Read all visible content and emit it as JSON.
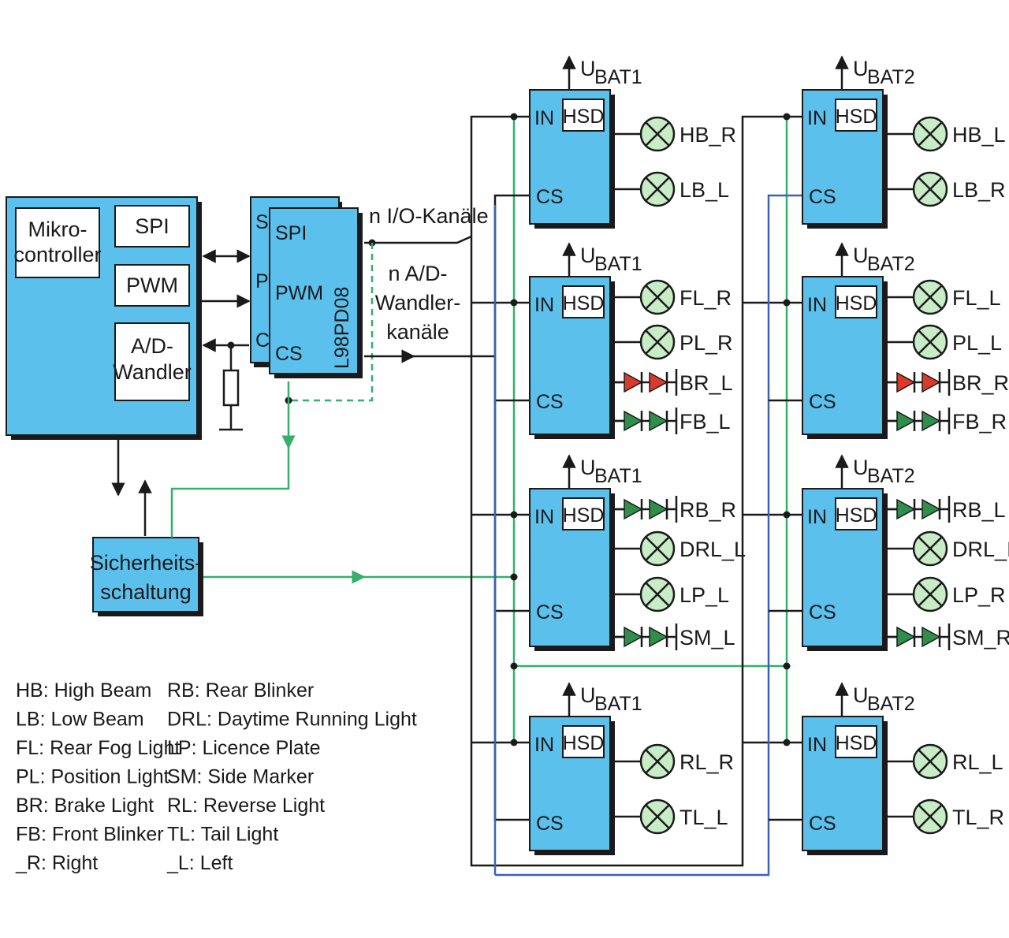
{
  "mcu": {
    "title_line1": "Mikro-",
    "title_line2": "controller",
    "spi": "SPI",
    "pwm": "PWM",
    "ad_line1": "A/D-",
    "ad_line2": "Wandler"
  },
  "driver": {
    "name": "L98PD08",
    "spi": "SPI",
    "pwm": "PWM",
    "cs": "CS",
    "back_spi": "SPI",
    "back_pwm": "PWM",
    "back_cs": "CS"
  },
  "channels": {
    "io": "n I/O-Kanäle",
    "ad_line1": "n A/D-",
    "ad_line2": "Wandler-",
    "ad_line3": "kanäle"
  },
  "safety": {
    "line1": "Sicherheits-",
    "line2": "schaltung"
  },
  "supply": {
    "letter": "U",
    "bat1": "BAT1",
    "bat2": "BAT2"
  },
  "hsd": {
    "in": "IN",
    "hsd": "HSD",
    "cs": "CS"
  },
  "loads_left": [
    [
      "HB_R",
      "LB_L"
    ],
    [
      "FL_R",
      "PL_R",
      "BR_L",
      "FB_L"
    ],
    [
      "RB_R",
      "DRL_L",
      "LP_L",
      "SM_L"
    ],
    [
      "RL_R",
      "TL_L"
    ]
  ],
  "loads_right": [
    [
      "HB_L",
      "LB_R"
    ],
    [
      "FL_L",
      "PL_L",
      "BR_R",
      "FB_R"
    ],
    [
      "RB_L",
      "DRL_I",
      "LP_R",
      "SM_R"
    ],
    [
      "RL_L",
      "TL_R"
    ]
  ],
  "legend_left": [
    "HB: High Beam",
    "LB: Low Beam",
    "FL: Rear Fog Light",
    "PL: Position Light",
    "BR: Brake Light",
    "FB: Front Blinker",
    "_R: Right"
  ],
  "legend_right": [
    "RB: Rear Blinker",
    "DRL: Daytime Running Light",
    "LP: Licence Plate",
    "SM: Side Marker",
    "RL: Reverse Light",
    "TL: Tail Light",
    "_L: Left"
  ],
  "colors": {
    "block": "#5bc0ec",
    "lamp": "#c8ecc5",
    "led_red": "#d93a2b",
    "led_green": "#2f8f4a",
    "green_wire": "#35b06a",
    "blue_wire": "#3a62b8"
  }
}
